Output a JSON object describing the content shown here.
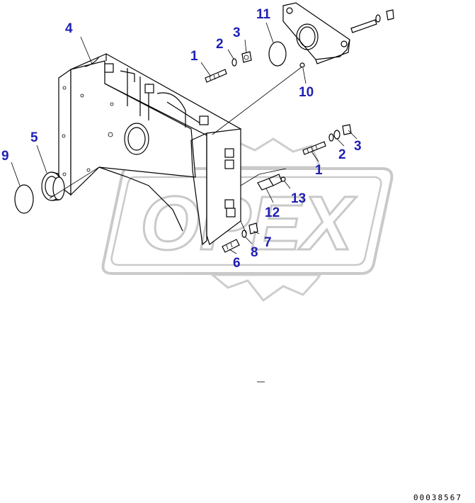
{
  "diagram": {
    "watermark_text": "OPEX",
    "document_number": "00038567",
    "callouts": [
      {
        "id": "c1a",
        "label": "1"
      },
      {
        "id": "c2a",
        "label": "2"
      },
      {
        "id": "c3a",
        "label": "3"
      },
      {
        "id": "c4",
        "label": "4"
      },
      {
        "id": "c5",
        "label": "5"
      },
      {
        "id": "c9",
        "label": "9"
      },
      {
        "id": "c11",
        "label": "11"
      },
      {
        "id": "c10",
        "label": "10"
      },
      {
        "id": "c3b",
        "label": "3"
      },
      {
        "id": "c2b",
        "label": "2"
      },
      {
        "id": "c1b",
        "label": "1"
      },
      {
        "id": "c13",
        "label": "13"
      },
      {
        "id": "c12",
        "label": "12"
      },
      {
        "id": "c7",
        "label": "7"
      },
      {
        "id": "c8",
        "label": "8"
      },
      {
        "id": "c6",
        "label": "6"
      }
    ]
  }
}
